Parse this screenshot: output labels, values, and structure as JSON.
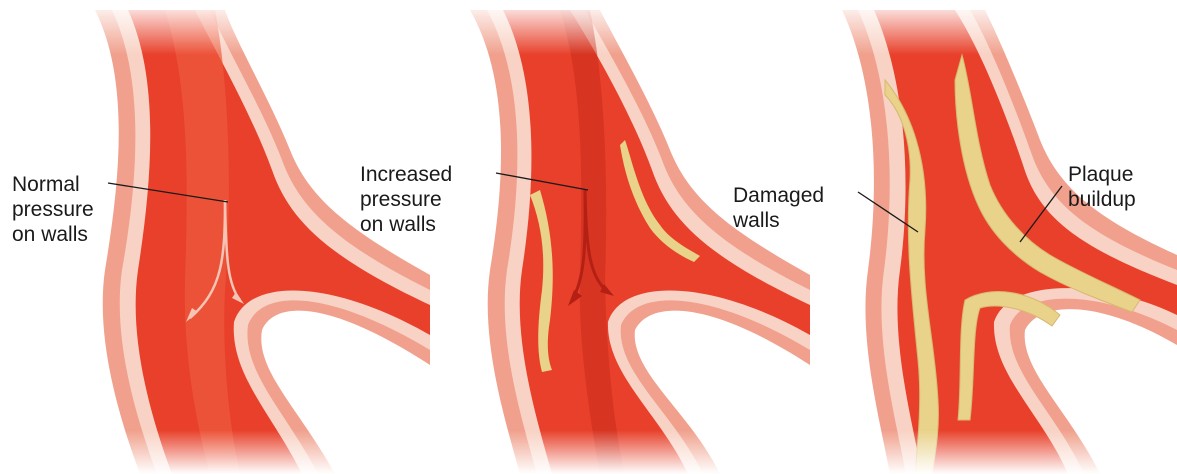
{
  "panels": [
    {
      "label_lines": [
        "Normal",
        "pressure",
        "on walls"
      ]
    },
    {
      "label_lines": [
        "Increased",
        "pressure",
        "on walls"
      ]
    },
    {
      "label_lines": [
        "Damaged",
        "walls"
      ],
      "label2_lines": [
        "Plaque",
        "buildup"
      ]
    }
  ],
  "colors": {
    "blood": "#e8402a",
    "blood_dark": "#c8291a",
    "wall": "#f0a08c",
    "wall_light": "#f8d2c4",
    "plaque": "#e9d28a",
    "background": "#ffffff"
  }
}
